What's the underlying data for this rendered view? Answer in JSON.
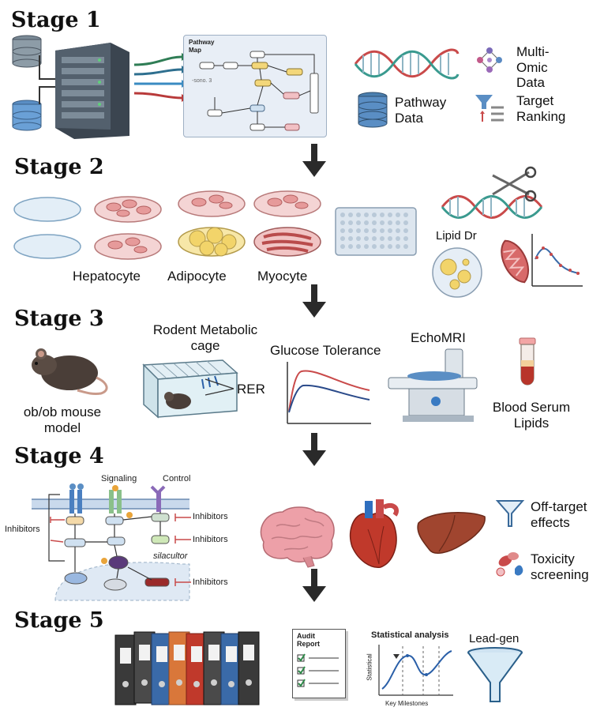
{
  "stages": [
    {
      "title": "Stage 1"
    },
    {
      "title": "Stage 2"
    },
    {
      "title": "Stage 3"
    },
    {
      "title": "Stage 4"
    },
    {
      "title": "Stage 5"
    }
  ],
  "stage1": {
    "pathway_map_title": "Pathway Map",
    "pathway_map_note": "-sono. 3",
    "multi_omic": "Multi-Omic Data",
    "pathway_data": "Pathway Data",
    "target_ranking": "Target Ranking"
  },
  "stage2": {
    "hepatocyte": "Hepatocyte",
    "adipocyte": "Adipocyte",
    "myocyte": "Myocyte",
    "lipid": "Lipid Dr"
  },
  "stage3": {
    "mouse": "ob/ob mouse model",
    "cage": "Rodent Metabolic cage",
    "rer": "RER",
    "glucose": "Glucose Tolerance",
    "echomri": "EchoMRI",
    "serum": "Blood Serum Lipids"
  },
  "stage4": {
    "signaling": "Signaling",
    "control": "Control",
    "inhibitors": "Inhibitors",
    "silacultor": "silacultor",
    "offtarget": "Off-target effects",
    "toxicity": "Toxicity screening"
  },
  "stage5": {
    "audit": "Audit Report",
    "stat": "Statistical analysis",
    "stat_y": "Statistical",
    "stat_x": "Key Milestones",
    "leadgen": "Lead-gen"
  },
  "colors": {
    "dna_red": "#c94a4a",
    "dna_teal": "#3a9a8f",
    "cell_pink": "#e8a3a3",
    "fat_yellow": "#f2d46a",
    "muscle_red": "#b94b4b"
  }
}
